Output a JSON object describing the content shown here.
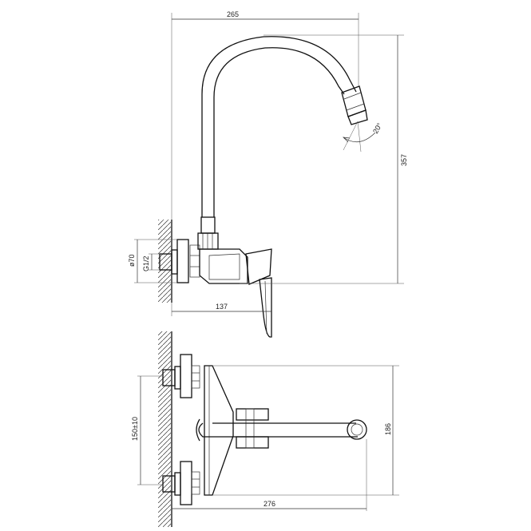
{
  "side_view": {
    "dim_width": "265",
    "dim_height": "357",
    "dim_depth": "137",
    "dim_flange": "ø70",
    "dim_thread": "G1/2",
    "dim_angle": "20°"
  },
  "top_view": {
    "dim_length": "276",
    "dim_height": "186",
    "dim_centers": "150±10"
  }
}
